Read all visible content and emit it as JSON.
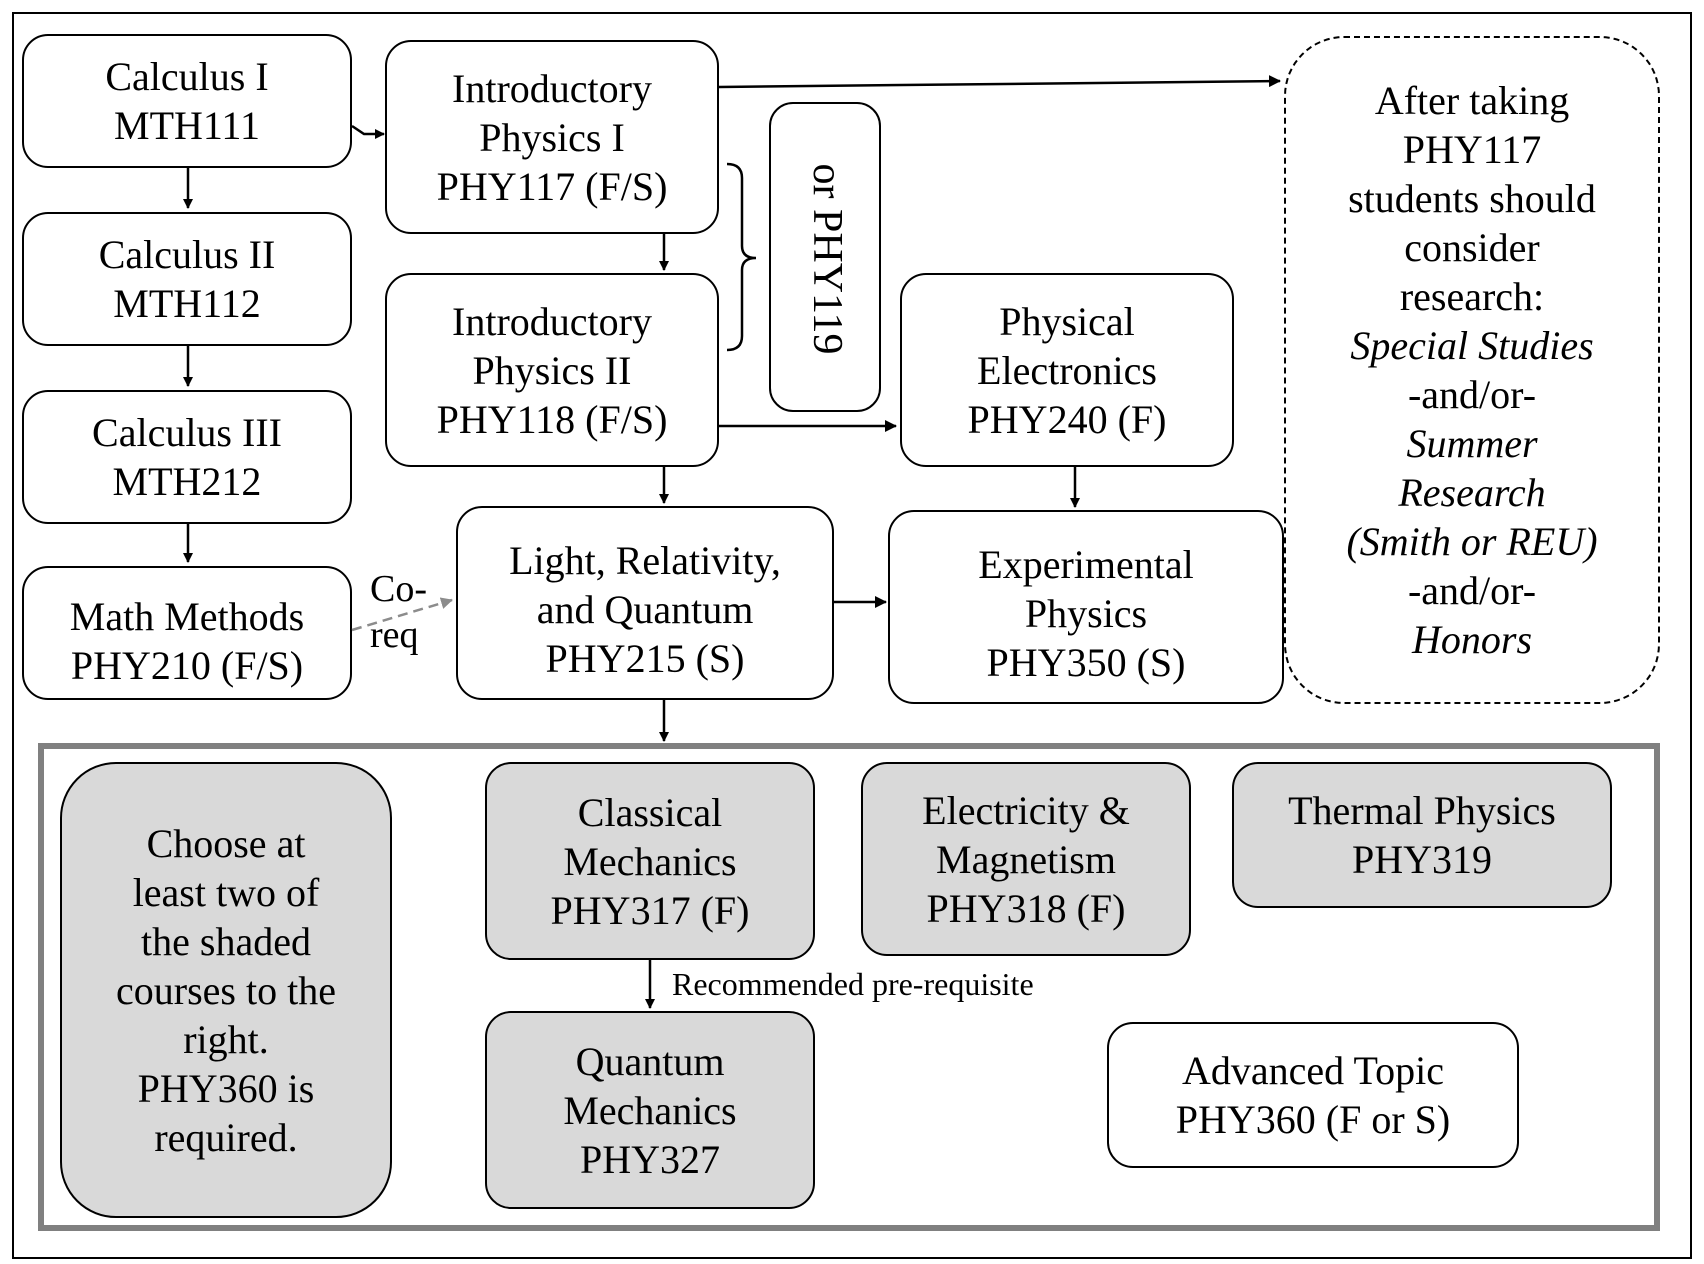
{
  "nodes": {
    "calc1": [
      "Calculus I",
      "MTH111"
    ],
    "calc2": [
      "Calculus II",
      "MTH112"
    ],
    "calc3": [
      "Calculus III",
      "MTH212"
    ],
    "mathmethods": [
      "Math Methods",
      "PHY210 (F/S)"
    ],
    "phy117": [
      "Introductory",
      "Physics I",
      "PHY117 (F/S)"
    ],
    "phy118": [
      "Introductory",
      "Physics II",
      "PHY118 (F/S)"
    ],
    "phy119": "or  PHY119",
    "phy240": [
      "Physical",
      "Electronics",
      "PHY240 (F)"
    ],
    "phy215": [
      "Light, Relativity,",
      "and Quantum",
      "PHY215 (S)"
    ],
    "phy350": [
      "Experimental",
      "Physics",
      "PHY350 (S)"
    ],
    "research": [
      "After taking",
      "PHY117",
      "students should",
      "consider",
      "research:",
      "Special Studies",
      "-and/or-",
      "Summer",
      "Research",
      "(Smith or REU)",
      "-and/or-",
      "Honors"
    ],
    "choose": [
      "Choose at",
      "least two of",
      "the shaded",
      "courses to the",
      "right.",
      "PHY360 is",
      "required."
    ],
    "phy317": [
      "Classical",
      "Mechanics",
      "PHY317 (F)"
    ],
    "phy318": [
      "Electricity &",
      "Magnetism",
      "PHY318 (F)"
    ],
    "phy319": [
      "Thermal Physics",
      "PHY319"
    ],
    "phy327": [
      "Quantum",
      "Mechanics",
      "PHY327"
    ],
    "phy360": [
      "Advanced Topic",
      "PHY360 (F or S)"
    ]
  },
  "labels": {
    "coreq": [
      "Co-",
      "req"
    ],
    "recommended": "Recommended pre-requisite"
  },
  "colors": {
    "shaded_fill": "#d9d9d9",
    "elective_border": "#808080",
    "coreq_arrow": "#8c8c8c"
  }
}
